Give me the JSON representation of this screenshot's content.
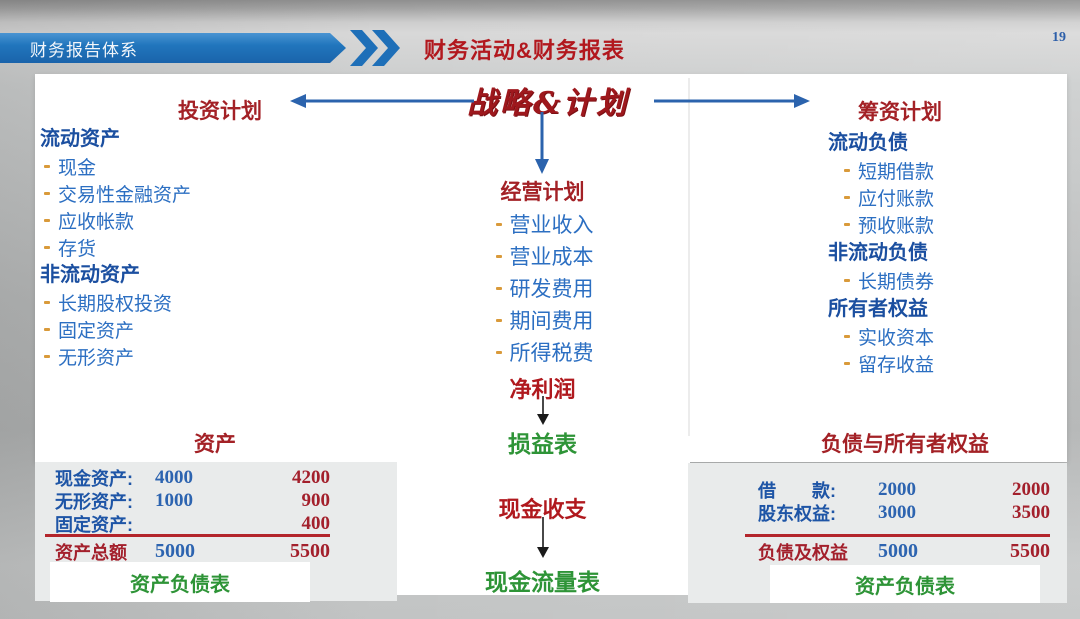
{
  "header": {
    "breadcrumb": "财务报告体系",
    "title": "财务活动&财务报表",
    "page_number": "19"
  },
  "strategy_label": "战略&计划",
  "investment": {
    "title": "投资计划",
    "groups": [
      {
        "heading": "流动资产",
        "items": [
          "现金",
          "交易性金融资产",
          "应收帐款",
          "存货"
        ]
      },
      {
        "heading": "非流动资产",
        "items": [
          "长期股权投资",
          "固定资产",
          "无形资产"
        ]
      }
    ]
  },
  "operating": {
    "title": "经营计划",
    "items": [
      "营业收入",
      "营业成本",
      "研发费用",
      "期间费用",
      "所得税费"
    ],
    "net_profit": "净利润",
    "income_statement": "损益表",
    "cash_flow": "现金收支",
    "cash_flow_statement": "现金流量表"
  },
  "financing": {
    "title": "筹资计划",
    "groups": [
      {
        "heading": "流动负债",
        "items": [
          "短期借款",
          "应付账款",
          "预收账款"
        ]
      },
      {
        "heading": "非流动负债",
        "items": [
          "长期债券"
        ]
      },
      {
        "heading": "所有者权益",
        "items": [
          "实收资本",
          "留存收益"
        ]
      }
    ]
  },
  "assets_table": {
    "title": "资产",
    "rows": [
      {
        "label": "现金资产:",
        "v1": "4000",
        "v2": "4200"
      },
      {
        "label": "无形资产:",
        "v1": "1000",
        "v2": "900"
      },
      {
        "label": "固定资产:",
        "v1": "",
        "v2": "400"
      }
    ],
    "total": {
      "label": "资产总额",
      "v1": "5000",
      "v2": "5500"
    },
    "footer": "资产负债表"
  },
  "liabilities_table": {
    "title": "负债与所有者权益",
    "rows": [
      {
        "label": "借　　款:",
        "v1": "2000",
        "v2": "2000"
      },
      {
        "label": "股东权益:",
        "v1": "3000",
        "v2": "3500"
      }
    ],
    "total": {
      "label": "负债及权益",
      "v1": "5000",
      "v2": "5500"
    },
    "footer": "资产负债表"
  },
  "colors": {
    "accent_blue": "#2176bd",
    "heading_blue": "#1b4fa0",
    "item_blue": "#2c6fc2",
    "dark_red": "#a32126",
    "green": "#2e9437",
    "bullet_orange": "#d99a3a"
  }
}
